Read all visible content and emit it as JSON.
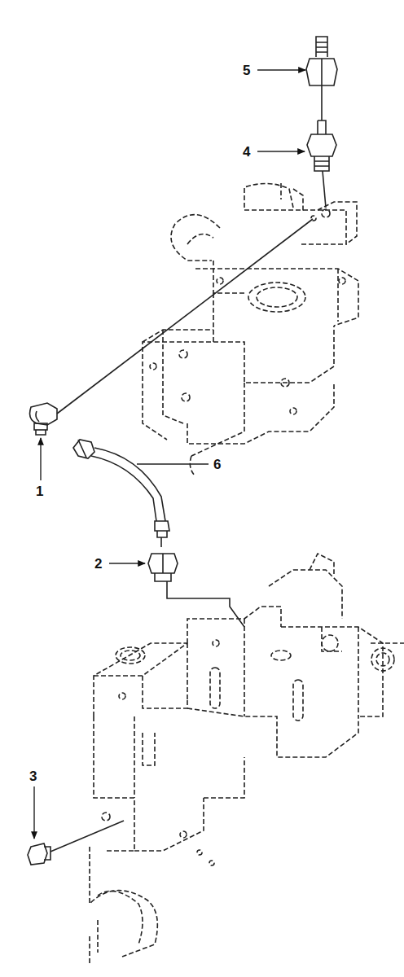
{
  "diagram": {
    "labels": [
      "5",
      "4",
      "1",
      "6",
      "2",
      "3"
    ]
  }
}
